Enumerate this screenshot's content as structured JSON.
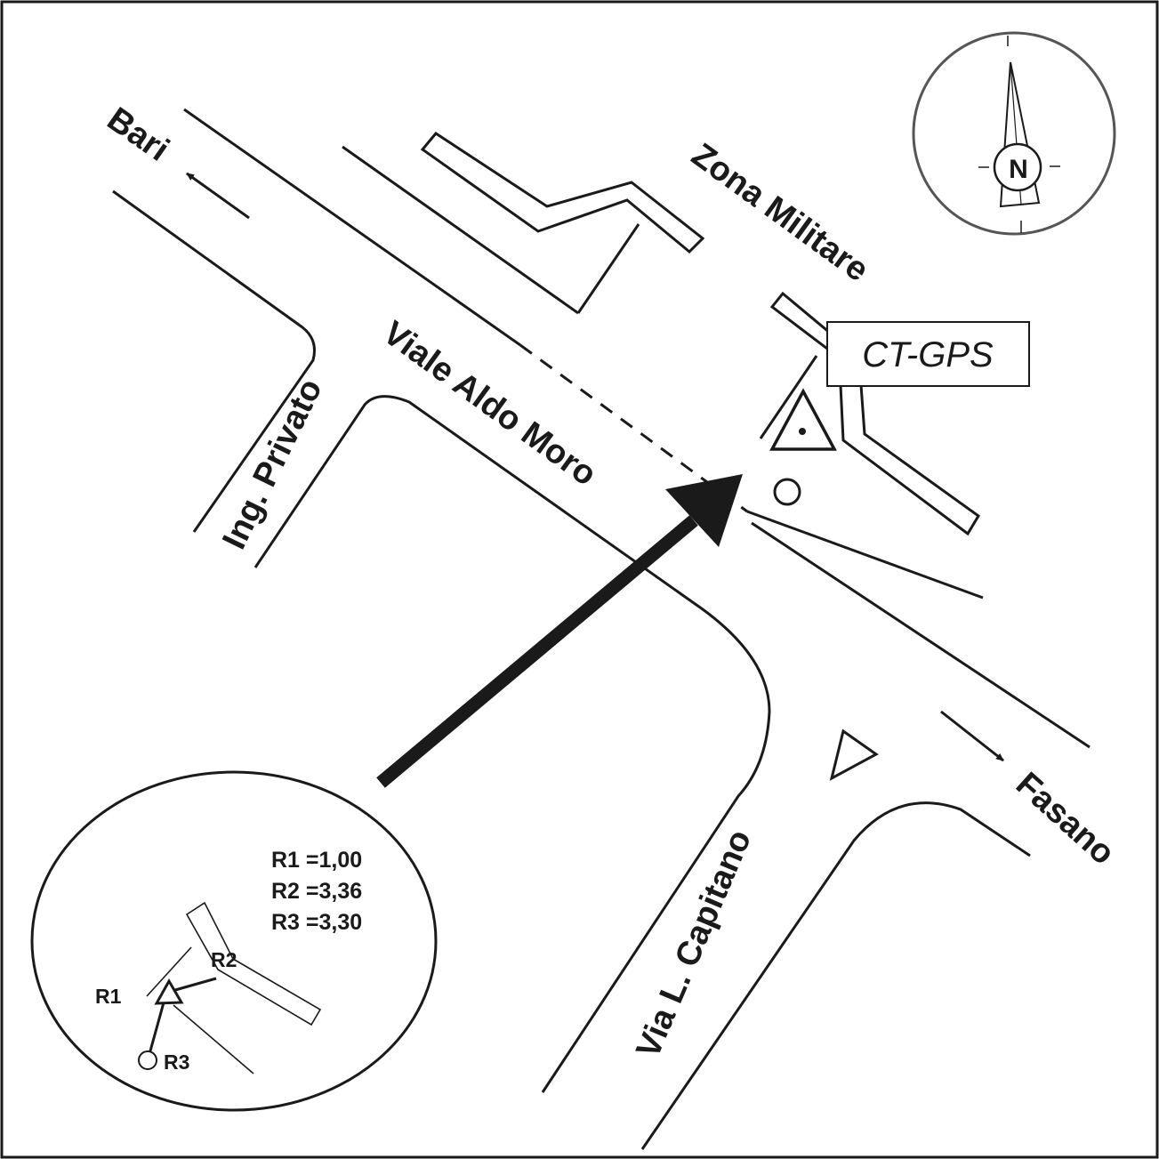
{
  "map": {
    "labels": {
      "bari": "Bari",
      "zona_militare": "Zona Militare",
      "viale_aldo_moro": "Viale Aldo Moro",
      "ing_privato": "Ing. Privato",
      "fasano": "Fasano",
      "via_capitano": "Via L. Capitano"
    },
    "station_label": "CT-GPS",
    "compass_letter": "N",
    "inset": {
      "distances": [
        "R1 =1,00",
        "R2 =3,36",
        "R3 =3,30"
      ],
      "points": [
        "R1",
        "R2",
        "R3"
      ]
    }
  }
}
